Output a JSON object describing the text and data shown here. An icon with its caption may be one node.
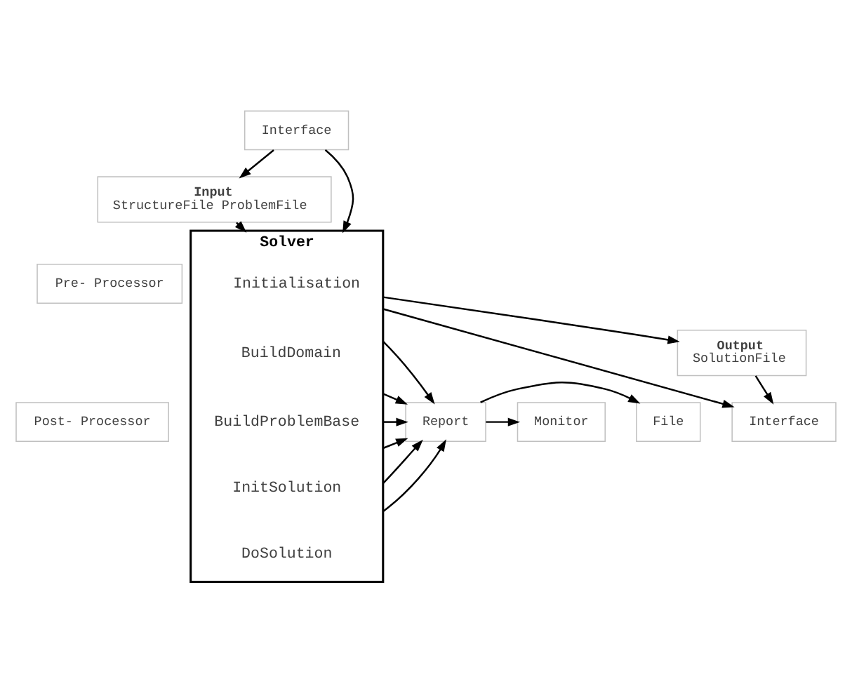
{
  "diagram": {
    "nodes": [
      {
        "text": [
          "Pre- Processor"
        ]
      },
      {
        "text": [
          "Post- Processor"
        ]
      },
      {
        "text": [
          "Interface"
        ]
      },
      {
        "text": [
          "Input",
          "StructureFile ProblemFile"
        ]
      },
      {
        "text": [
          "Solver"
        ]
      },
      {
        "text": [
          "Initialisation"
        ],
        "in": 4
      },
      {
        "text": [
          "BuildDomain"
        ],
        "in": 4
      },
      {
        "text": [
          "BuildProblemBase"
        ],
        "in": 4
      },
      {
        "text": [
          "InitSolution"
        ],
        "in": 4
      },
      {
        "text": [
          "DoSolution"
        ],
        "in": 4
      },
      {
        "text": [
          "Report"
        ]
      },
      {
        "text": [
          "File"
        ]
      },
      {
        "text": [
          "Monitor"
        ]
      },
      {
        "text": [
          "Interface"
        ]
      },
      {
        "text": [
          "Output",
          "SolutionFile"
        ]
      }
    ],
    "edges": [
      {
        "from": 2,
        "to": 3,
        "arrow": "to"
      },
      {
        "from": 2,
        "to": 4,
        "arrow": "to"
      },
      {
        "from": 3,
        "to": 4,
        "arrow": "to"
      },
      {
        "from": 4,
        "to": 10,
        "arrow": "to"
      },
      {
        "from": 4,
        "to": 10,
        "arrow": "to"
      },
      {
        "from": 4,
        "to": 10,
        "arrow": "to"
      },
      {
        "from": 4,
        "to": 10,
        "arrow": "to"
      },
      {
        "from": 4,
        "to": 10,
        "arrow": "to"
      },
      {
        "from": 4,
        "to": 10,
        "arrow": "to"
      },
      {
        "from": 10,
        "to": 11,
        "arrow": "to"
      },
      {
        "from": 10,
        "to": 12,
        "arrow": "to"
      },
      {
        "from": 4,
        "to": 13,
        "arrow": "to"
      },
      {
        "from": 4,
        "to": 14,
        "arrow": "to"
      },
      {
        "from": 14,
        "to": 13,
        "arrow": "to"
      }
    ]
  }
}
